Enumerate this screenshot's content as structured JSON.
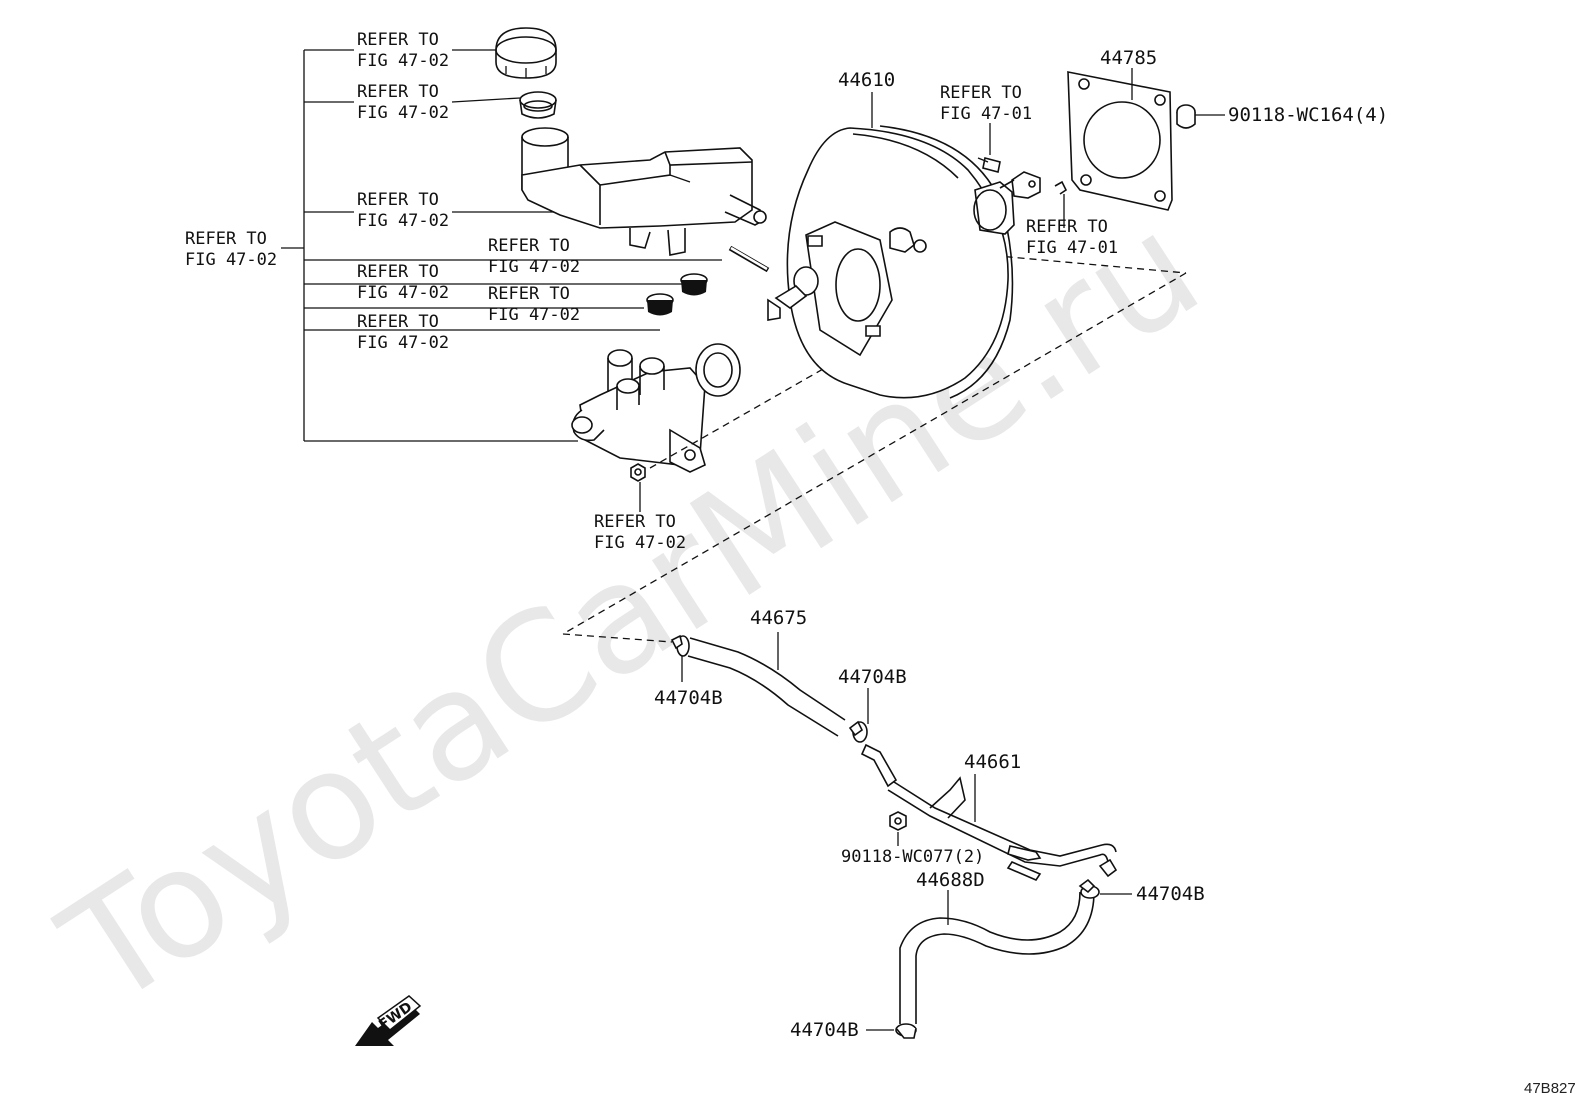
{
  "watermark": "ToyotaCarMine.ru",
  "refer": {
    "r1": [
      "REFER TO",
      "FIG 47-02"
    ],
    "r2": [
      "REFER TO",
      "FIG 47-02"
    ],
    "r3": [
      "REFER TO",
      "FIG 47-02"
    ],
    "r4": [
      "REFER TO",
      "FIG 47-02"
    ],
    "r5": [
      "REFER TO",
      "FIG 47-02"
    ],
    "r6": [
      "REFER TO",
      "FIG 47-02"
    ],
    "r7": [
      "REFER TO",
      "FIG 47-02"
    ],
    "r8": [
      "REFER TO",
      "FIG 47-02"
    ],
    "r9": [
      "REFER TO",
      "FIG 47-02"
    ],
    "r10": [
      "REFER TO",
      "FIG 47-01"
    ],
    "r11": [
      "REFER TO",
      "FIG 47-01"
    ]
  },
  "parts": {
    "booster": "44610",
    "gasket": "44785",
    "nut_4": "90118-WC164(4)",
    "hose_upper": "44675",
    "clamp_a": "44704B",
    "clamp_b": "44704B",
    "pipe": "44661",
    "nut_2": "90118-WC077(2)",
    "hose_lower": "44688D",
    "clamp_c": "44704B",
    "clamp_d": "44704B"
  },
  "fwd_label": "FWD",
  "figure_ref": "47B827"
}
